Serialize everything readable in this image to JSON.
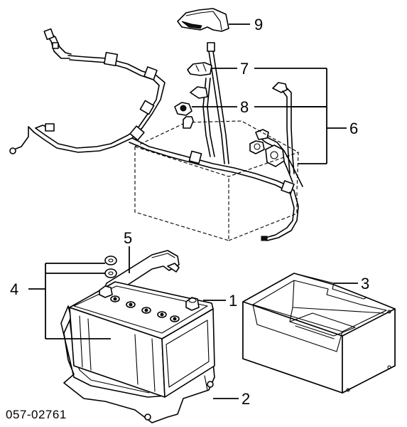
{
  "callouts": {
    "c1": "1",
    "c2": "2",
    "c3": "3",
    "c4": "4",
    "c5": "5",
    "c6": "6",
    "c7": "7",
    "c8": "8",
    "c9": "9"
  },
  "diagram_code": "057-02761"
}
